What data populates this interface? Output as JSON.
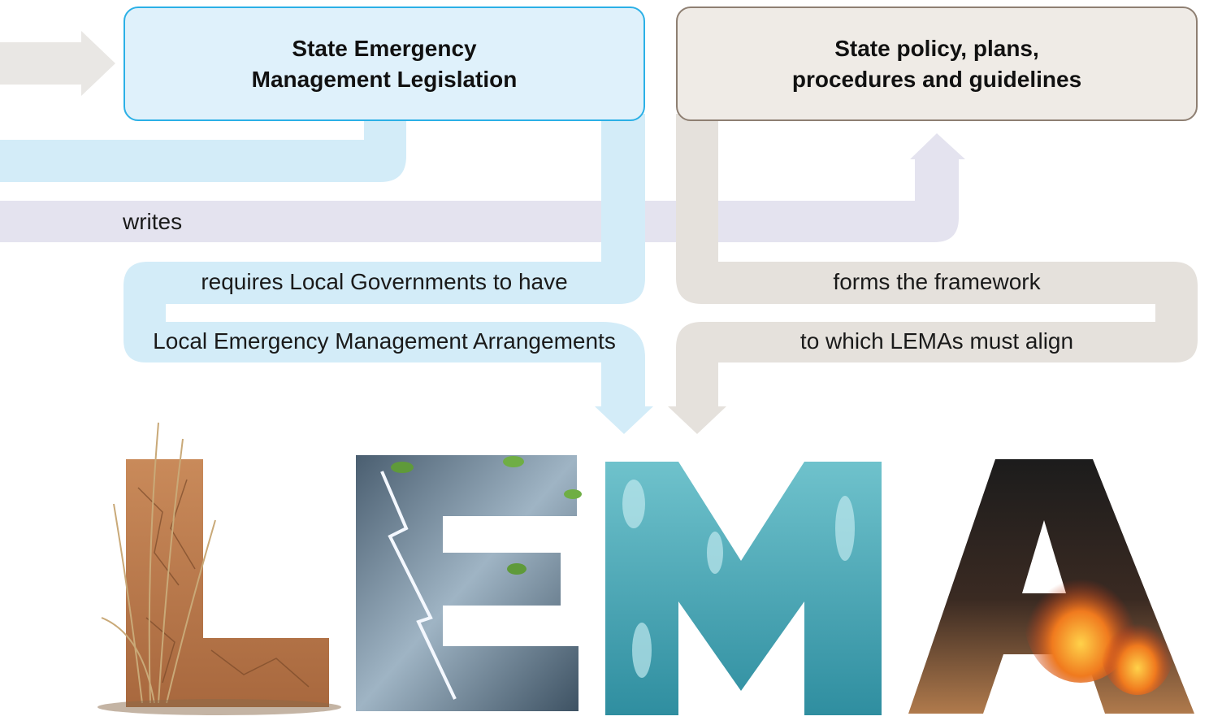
{
  "boxes": {
    "legislation": "State Emergency\nManagement Legislation",
    "policy": "State policy, plans,\nprocedures and guidelines"
  },
  "labels": {
    "writes": "writes",
    "requires": "requires Local Governments to have",
    "arrangements": "Local Emergency Management Arrangements",
    "forms": "forms the framework",
    "align": "to which LEMAs must align"
  },
  "logo": {
    "letters": [
      "L",
      "E",
      "M",
      "A"
    ],
    "themes": [
      "drought",
      "storm",
      "flood",
      "fire"
    ]
  },
  "colors": {
    "legislation_fill": "#dff1fb",
    "legislation_border": "#2bb0e6",
    "policy_fill": "#efebe6",
    "policy_border": "#8e7f72",
    "blue_path": "#d3ecf8",
    "grey_path": "#e5e1dc",
    "lavender_path": "#e4e3ef",
    "input_arrow": "#e9e7e4"
  }
}
